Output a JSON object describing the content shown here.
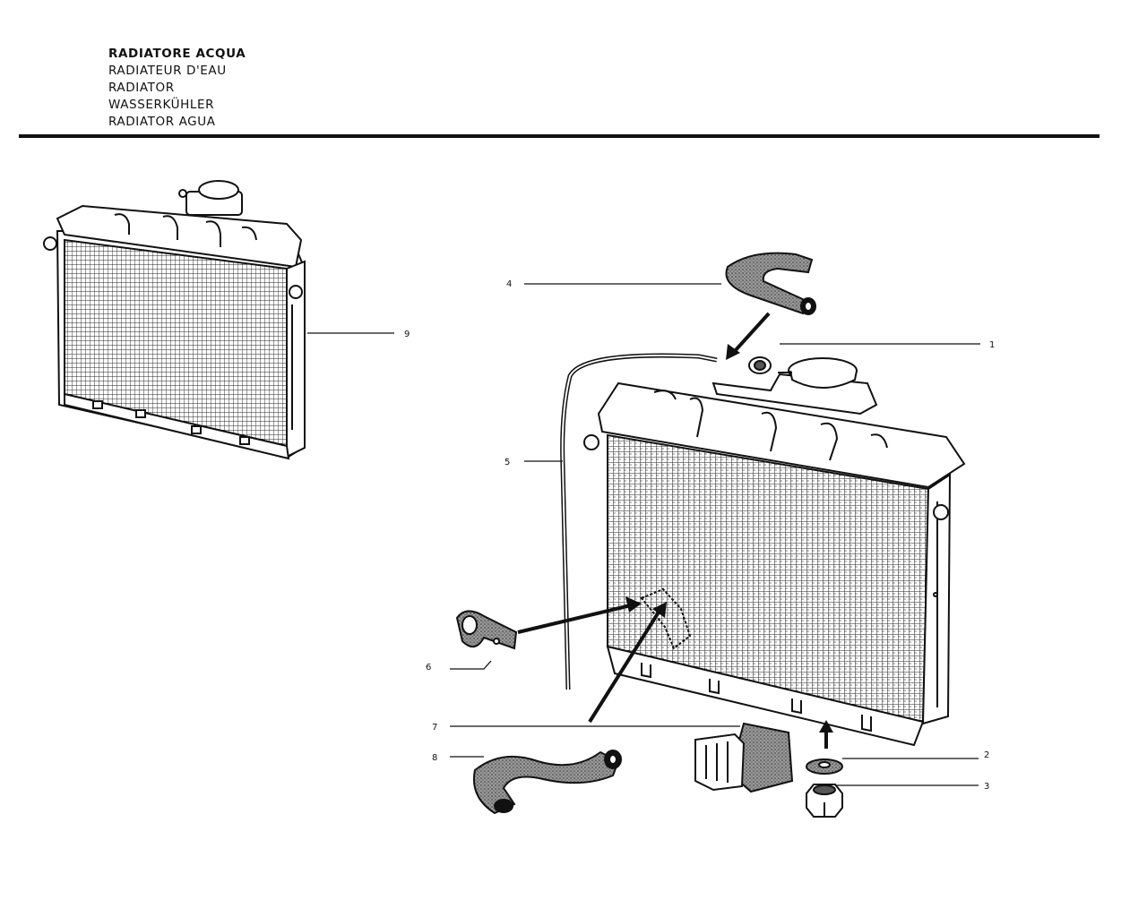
{
  "titles": [
    "RADIATORE ACQUA",
    "RADIATEUR D'EAU",
    "RADIATOR",
    "WASSERKÜHLER",
    "RADIATOR AGUA"
  ],
  "callouts": [
    "1",
    "2",
    "3",
    "4",
    "5",
    "6",
    "7",
    "8",
    "9"
  ]
}
